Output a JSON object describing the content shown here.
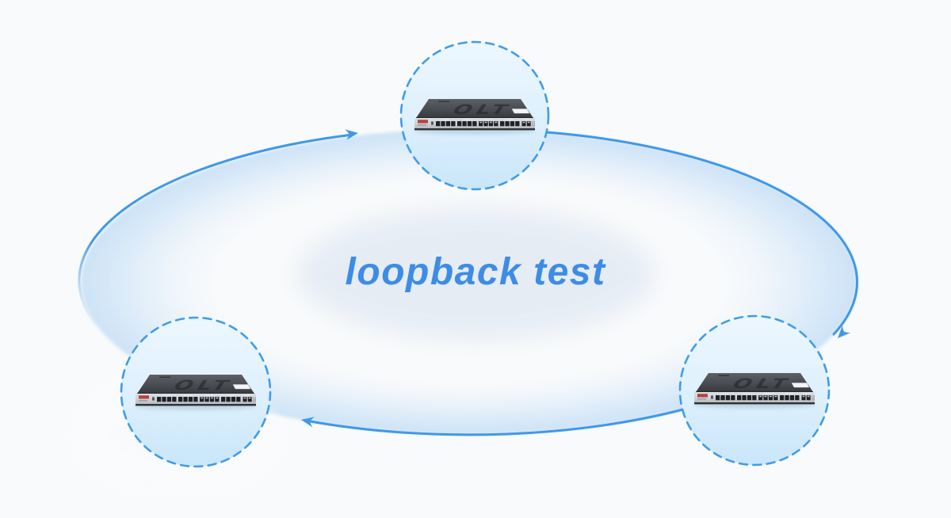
{
  "diagram": {
    "title": "loopback test",
    "title_color": "#3d8ce6",
    "background_color": "#f9fafb",
    "loop": {
      "shape": "ellipse",
      "direction": "clockwise",
      "band_color": "#cde3f6",
      "arrow_color": "#4098e8",
      "arrow_count": 3
    },
    "nodes": [
      {
        "id": "olt-top",
        "device_label": "OLT",
        "position": "top"
      },
      {
        "id": "olt-bottom-right",
        "device_label": "OLT",
        "position": "bottom-right"
      },
      {
        "id": "olt-bottom-left",
        "device_label": "OLT",
        "position": "bottom-left"
      }
    ],
    "node_style": {
      "border_style": "dashed",
      "border_color": "#3f9ce9",
      "fill_top": "#edf7fe",
      "fill_bottom": "#c9e6fa"
    },
    "device_style": {
      "type": "rack-mount OLT",
      "chassis_color": "#44474d",
      "panel_color": "#cfd3d7",
      "logo_color": "#b5433a"
    }
  }
}
